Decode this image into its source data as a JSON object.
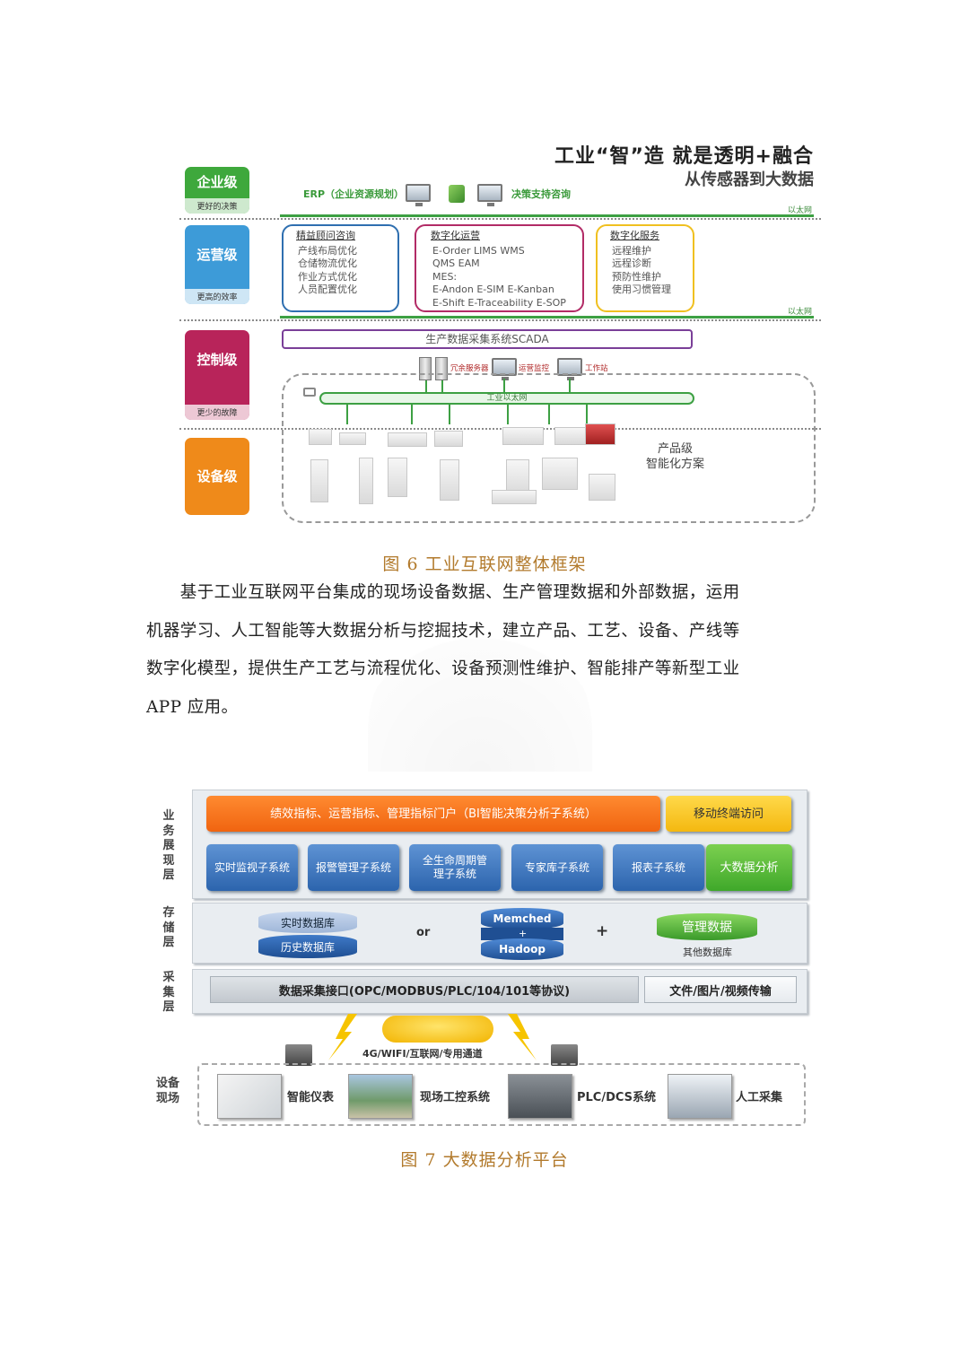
{
  "figure6": {
    "title_line1": "工业“智”造 就是透明+融合",
    "title_line2": "从传感器到大数据",
    "levels": [
      {
        "name": "企业级",
        "sub": "更好的决策",
        "color": "#3ea83c"
      },
      {
        "name": "运营级",
        "sub": "更高的效率",
        "color": "#3d9bd8"
      },
      {
        "name": "控制级",
        "sub": "更少的故障",
        "color": "#b8245a"
      },
      {
        "name": "设备级",
        "sub": "",
        "color": "#ef8a1a"
      }
    ],
    "erp_label": "ERP（企业资源规划）",
    "decision_label": "决策支持咨询",
    "ethernet_label": "以太网",
    "boxes": [
      {
        "title": "精益顾问咨询",
        "lines": [
          "产线布局优化",
          "仓储物流优化",
          "作业方式优化",
          "人员配置优化"
        ],
        "color": "#2f6fb0"
      },
      {
        "title": "数字化运营",
        "lines": [
          "E-Order LIMS  WMS",
          "QMS  EAM",
          "MES:",
          "E-Andon  E-SIM E-Kanban",
          "E-Shift E-Traceability E-SOP"
        ],
        "color": "#b22b66"
      },
      {
        "title": "数字化服务",
        "lines": [
          "远程维护",
          "远程诊断",
          "预防性维护",
          "使用习惯管理"
        ],
        "color": "#f0c020"
      }
    ],
    "scada_label": "生产数据采集系统SCADA",
    "server_labels": [
      "冗余服务器",
      "运营监控",
      "工作站"
    ],
    "industrial_ethernet_label": "工业以太网",
    "product_label_line1": "产品级",
    "product_label_line2": "智能化方案"
  },
  "caption6": "图 6  工业互联网整体框架",
  "paragraph": "基于工业互联网平台集成的现场设备数据、生产管理数据和外部数据，运用机器学习、人工智能等大数据分析与挖掘技术，建立产品、工艺、设备、产线等数字化模型，提供生产工艺与流程优化、设备预测性维护、智能排产等新型工业APP 应用。",
  "paragraph_lines": [
    "　　基于工业互联网平台集成的现场设备数据、生产管理数据和外部数据，运用",
    "机器学习、人工智能等大数据分析与挖掘技术，建立产品、工艺、设备、产线等",
    "数字化模型，提供生产工艺与流程优化、设备预测性维护、智能排产等新型工业",
    "APP 应用。"
  ],
  "figure7": {
    "layer_labels": {
      "business": "业务展现层",
      "storage": "存储层",
      "collection": "采集层",
      "field": "设备现场"
    },
    "portal": "绩效指标、运营指标、管理指标门户（BI智能决策分析子系统）",
    "mobile": "移动终端访问",
    "subsystems": [
      "实时监视子系统",
      "报警管理子系统",
      "全生命周期管理子系统",
      "专家库子系统",
      "报表子系统",
      "大数据分析"
    ],
    "storage": {
      "realtime_db": "实时数据库",
      "history_db": "历史数据库",
      "or": "or",
      "memched": "Memched",
      "plus_small": "+",
      "hadoop": "Hadoop",
      "plus": "+",
      "management_data": "管理数据",
      "other_db": "其他数据库"
    },
    "acquisition_interface": "数据采集接口(OPC/MODBUS/PLC/104/101等协议)",
    "file_transfer": "文件/图片/视频传输",
    "channel": "4G/WIFI/互联网/专用通道",
    "sources": [
      "智能仪表",
      "现场工控系统",
      "PLC/DCS系统",
      "人工采集"
    ]
  },
  "caption7": "图 7  大数据分析平台"
}
